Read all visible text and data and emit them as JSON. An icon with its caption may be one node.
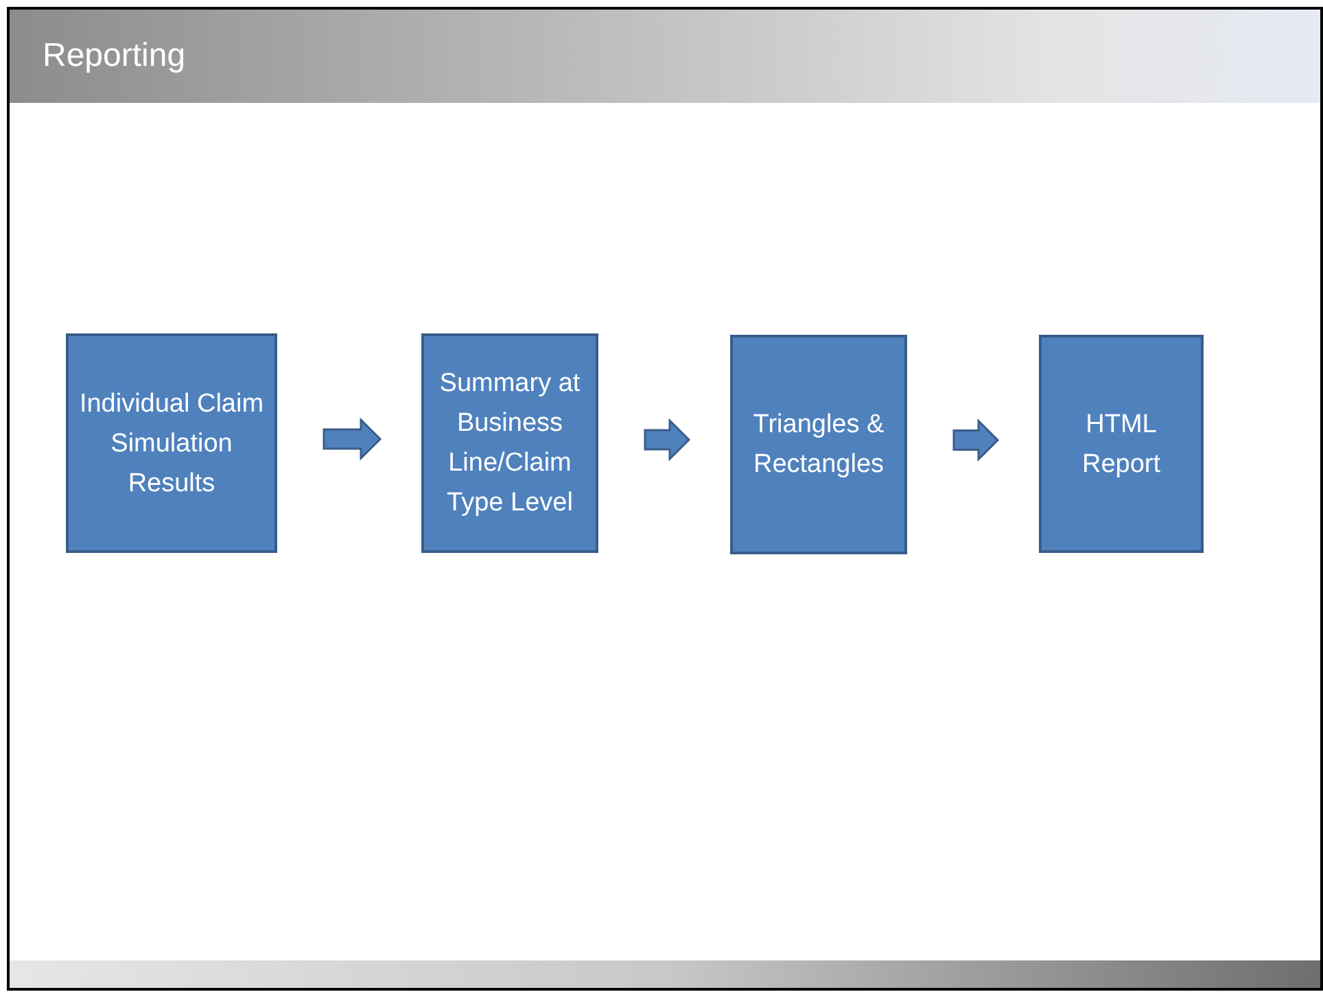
{
  "diagram": {
    "title": "Reporting",
    "nodes": [
      {
        "text": [
          "Individual Claim Simulation Results"
        ]
      },
      {
        "text": [
          "Summary at Business Line/Claim Type Level"
        ]
      },
      {
        "text": [
          "Triangles & Rectangles"
        ]
      },
      {
        "text": [
          "HTML Report"
        ]
      }
    ],
    "edges": [
      {
        "from": 0,
        "to": 1,
        "arrow": "to"
      },
      {
        "from": 1,
        "to": 2,
        "arrow": "to"
      },
      {
        "from": 2,
        "to": 3,
        "arrow": "to"
      }
    ]
  }
}
